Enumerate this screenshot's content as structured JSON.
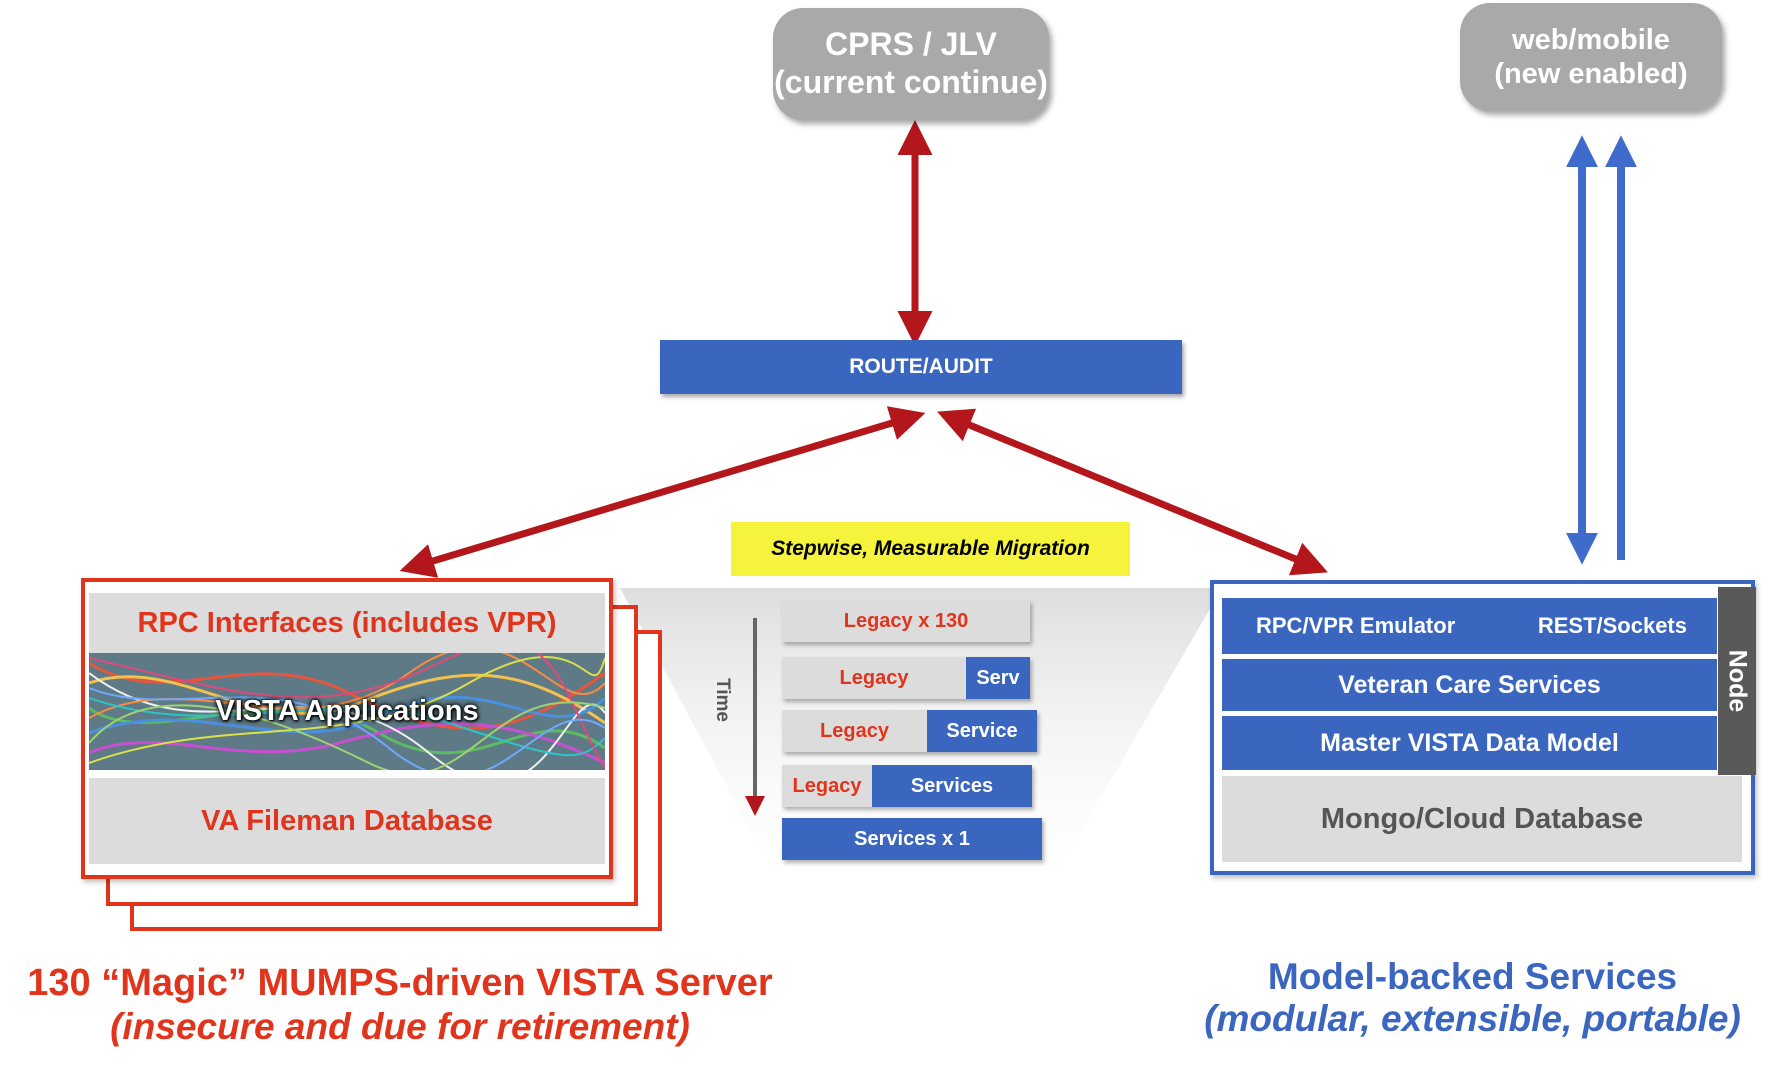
{
  "top_nodes": {
    "cprs": {
      "line1": "CPRS / JLV",
      "line2": "(current continue)"
    },
    "web": {
      "line1": "web/mobile",
      "line2": "(new enabled)"
    }
  },
  "route_audit": "ROUTE/AUDIT",
  "migration_label": "Stepwise, Measurable Migration",
  "legacy_server": {
    "rpc_interfaces": "RPC Interfaces (includes VPR)",
    "vista_applications": "VISTA Applications",
    "fileman_db": "VA Fileman Database"
  },
  "migration_steps": [
    {
      "legacy": "Legacy x 130",
      "service": ""
    },
    {
      "legacy": "Legacy",
      "service": "Serv"
    },
    {
      "legacy": "Legacy",
      "service": "Service"
    },
    {
      "legacy": "Legacy",
      "service": "Services"
    },
    {
      "legacy": "",
      "service": "Services x 1"
    }
  ],
  "time_label": "Time",
  "model_services": {
    "rpc_emulator": "RPC/VPR Emulator",
    "rest_sockets": "REST/Sockets",
    "veteran_care": "Veteran Care Services",
    "master_model": "Master VISTA Data Model",
    "mongo_db": "Mongo/Cloud Database",
    "node": "Node"
  },
  "captions": {
    "left_title": "130 “Magic” MUMPS-driven VISTA Server",
    "left_subtitle": "(insecure and due for retirement)",
    "right_title": "Model-backed Services",
    "right_subtitle": "(modular, extensible, portable)"
  },
  "colors": {
    "legacy_red": "#e0341c",
    "service_blue": "#3a66bf",
    "arrow_red": "#b3161b",
    "arrow_blue": "#3f6ccc",
    "gray_box": "#dcdcdc",
    "highlight_yellow": "#f5f33b"
  }
}
